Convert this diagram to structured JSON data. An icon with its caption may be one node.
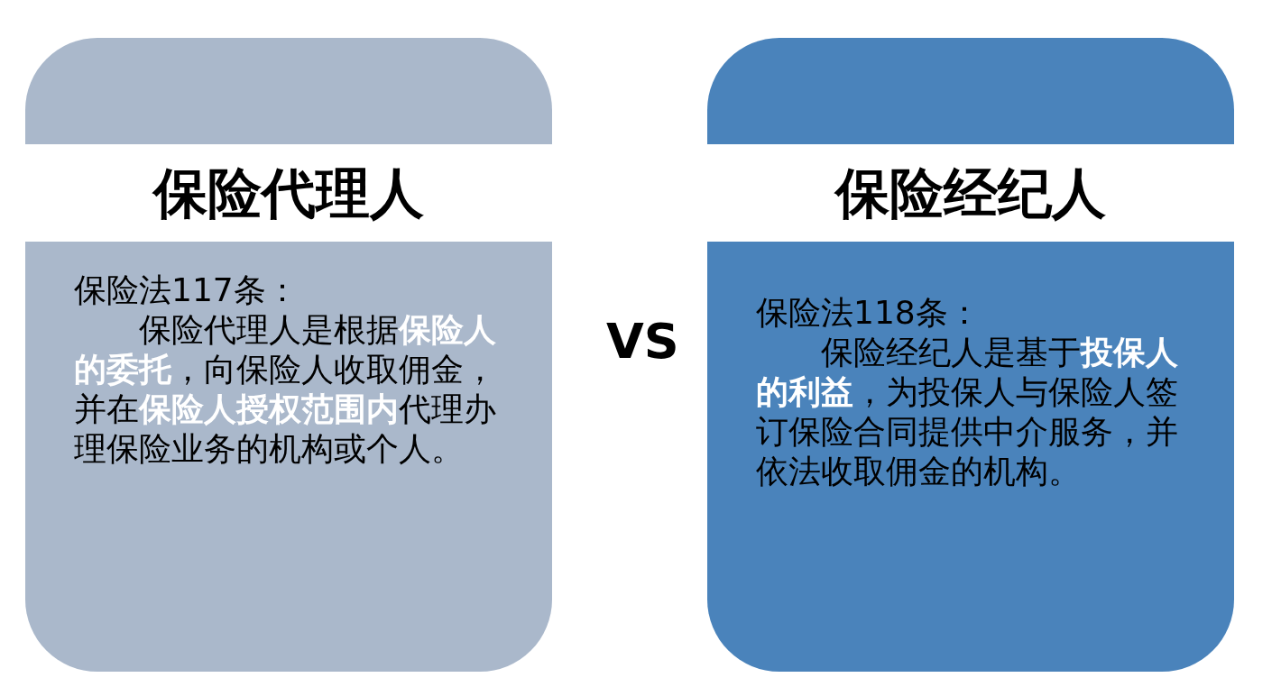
{
  "diagram": {
    "nodes": [
      {
        "text": [
          "保险代理人",
          "保险法117条：",
          "保险代理人是根据**保险人的委托**，向保险人收取佣金，并在**保险人授权范围内**代理办理保险业务的机构或个人。"
        ]
      },
      {
        "text": [
          "保险经纪人",
          "保险法118条：",
          "保险经纪人是基于**投保人的利益**，为投保人与保险人签订保险合同提供中介服务，并依法收取佣金的机构。"
        ]
      }
    ],
    "edges": [],
    "labels": [
      "VS"
    ]
  }
}
